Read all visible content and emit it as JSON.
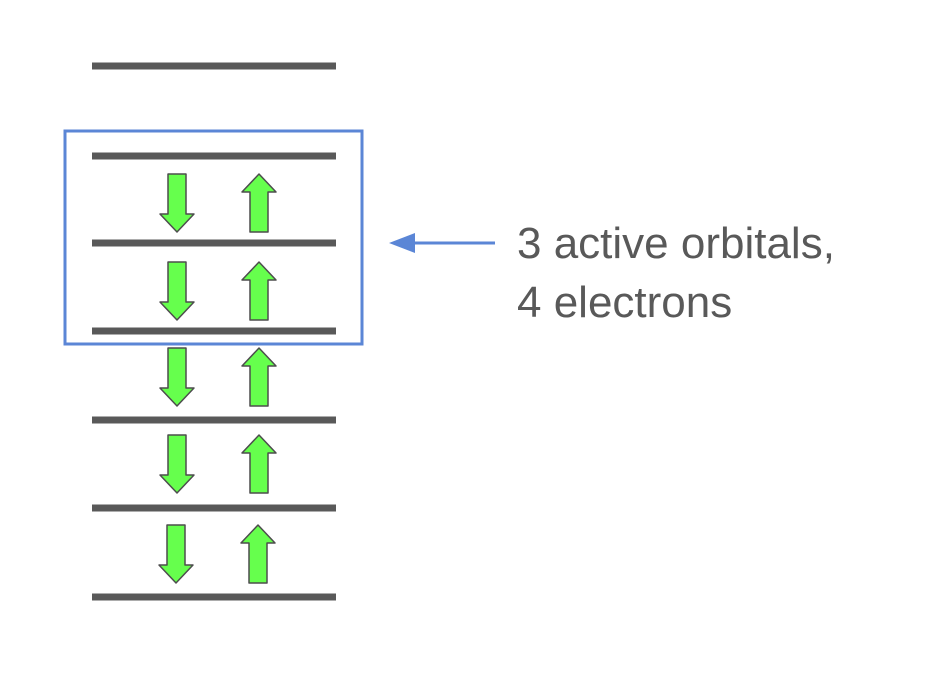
{
  "diagram": {
    "annotation": {
      "line1": "3 active orbitals,",
      "line2": "4 electrons"
    },
    "orbitals": [
      {
        "level": 6,
        "electrons": []
      },
      {
        "level": 5,
        "electrons": []
      },
      {
        "level": 4,
        "electrons": [
          "down",
          "up"
        ]
      },
      {
        "level": 3,
        "electrons": [
          "down",
          "up"
        ]
      },
      {
        "level": 2,
        "electrons": [
          "down",
          "up"
        ]
      },
      {
        "level": 1,
        "electrons": [
          "down",
          "up"
        ]
      }
    ],
    "active_space": {
      "orbitals": 3,
      "electrons": 4
    },
    "colors": {
      "level_line": "#595959",
      "electron_fill": "#66ff4d",
      "electron_stroke": "#4d4d4d",
      "active_box": "#5b86d6",
      "annotation_arrow": "#5b86d6",
      "annotation_text": "#595959"
    }
  }
}
